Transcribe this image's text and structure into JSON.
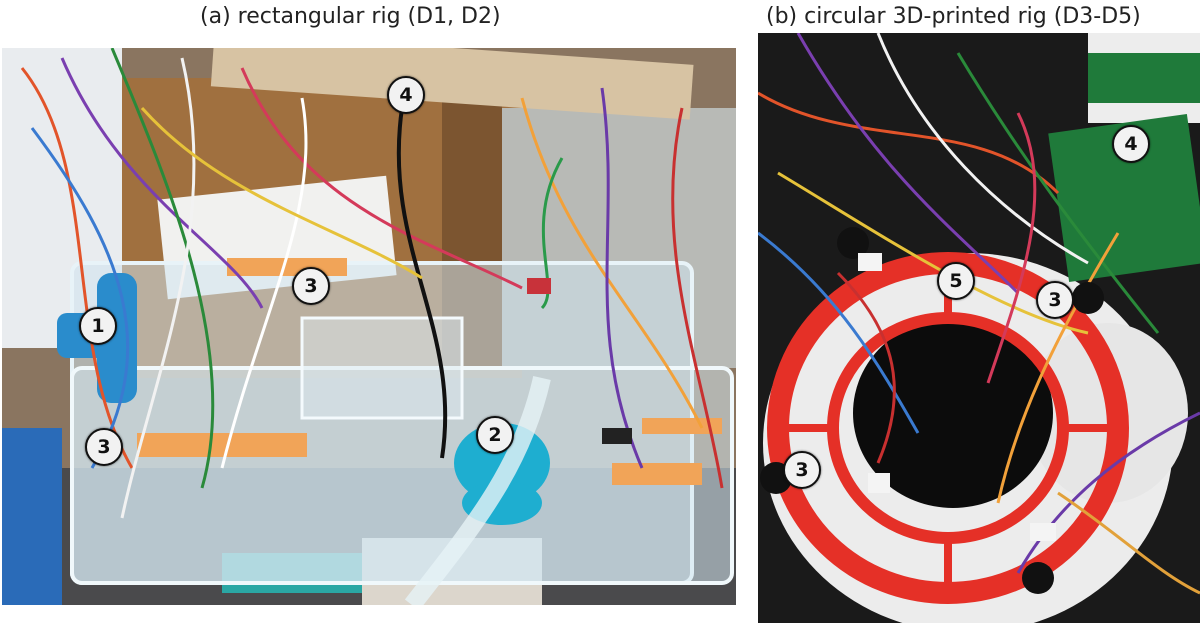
{
  "captions": {
    "a": "(a) rectangular rig (D1, D2)",
    "b": "(b) circular 3D-printed rig (D3-D5)"
  },
  "photos": {
    "a": {
      "markers": [
        {
          "id": "1",
          "label": "1"
        },
        {
          "id": "2",
          "label": "2"
        },
        {
          "id": "3a",
          "label": "3"
        },
        {
          "id": "3b",
          "label": "3"
        },
        {
          "id": "4",
          "label": "4"
        }
      ]
    },
    "b": {
      "markers": [
        {
          "id": "3a",
          "label": "3"
        },
        {
          "id": "3b",
          "label": "3"
        },
        {
          "id": "4",
          "label": "4"
        },
        {
          "id": "5",
          "label": "5"
        }
      ]
    }
  }
}
